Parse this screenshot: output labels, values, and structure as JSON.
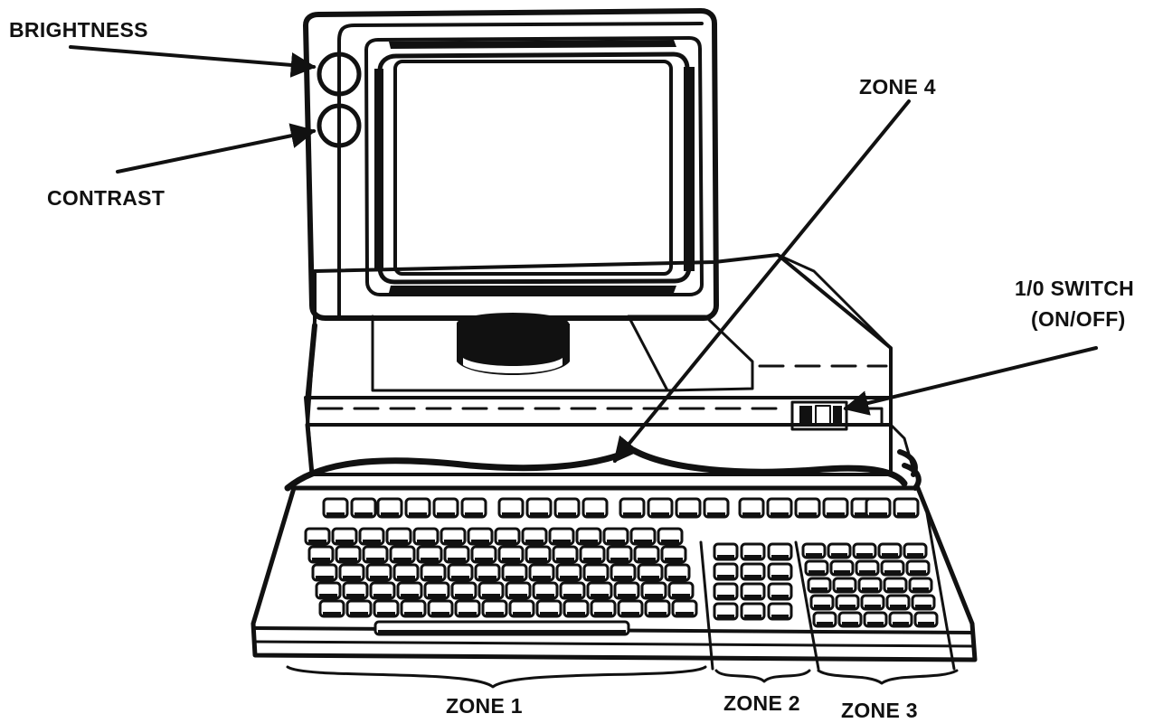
{
  "labels": {
    "brightness": "BRIGHTNESS",
    "contrast": "CONTRAST",
    "zone1": "ZONE 1",
    "zone2": "ZONE 2",
    "zone3": "ZONE 3",
    "zone4": "ZONE 4",
    "switch_line1": "1/0 SWITCH",
    "switch_line2": "(ON/OFF)"
  },
  "colors": {
    "ink": "#111111",
    "paper": "#ffffff"
  }
}
